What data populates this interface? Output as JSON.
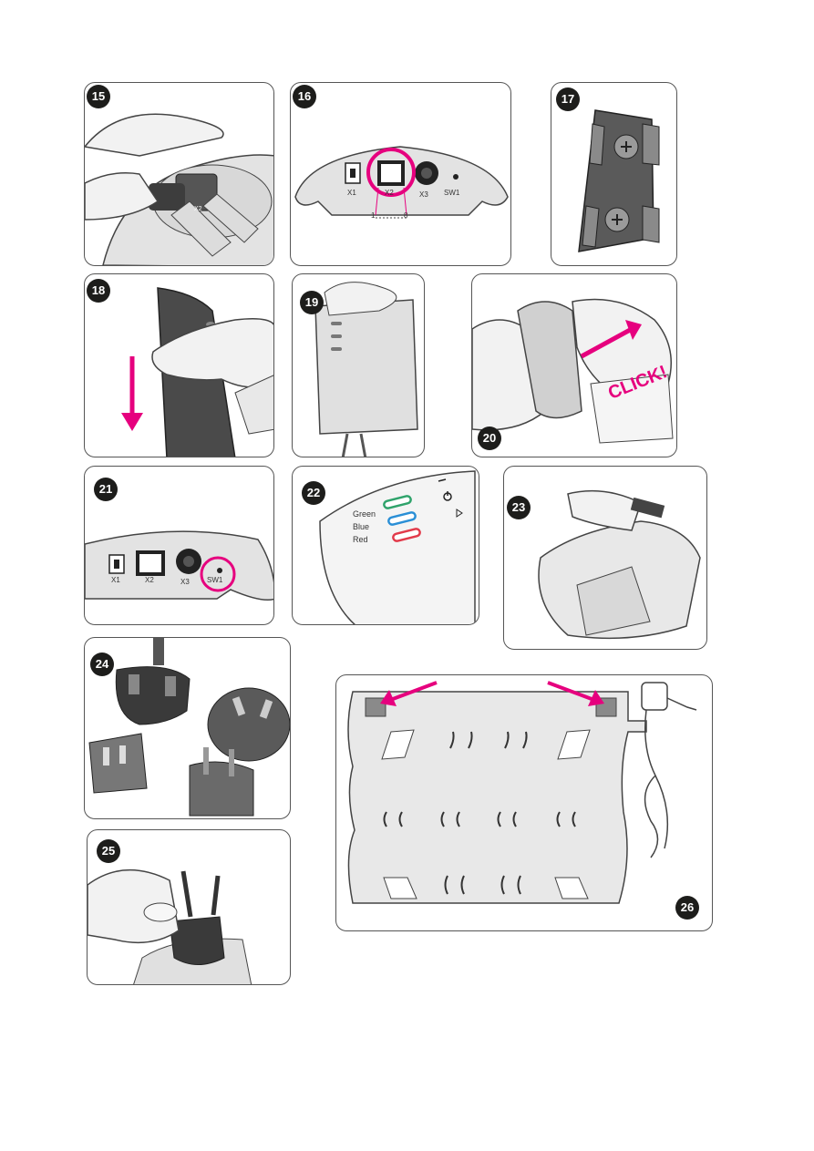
{
  "steps": {
    "s15": "15",
    "s16": "16",
    "s17": "17",
    "s18": "18",
    "s19": "19",
    "s20": "20",
    "s21": "21",
    "s22": "22",
    "s23": "23",
    "s24": "24",
    "s25": "25",
    "s26": "26"
  },
  "port_labels": {
    "x1": "X1",
    "x2": "X2",
    "x3": "X3",
    "sw1": "SW1"
  },
  "pin_labels": {
    "first": "1",
    "last": "8"
  },
  "led_labels": {
    "green": "Green",
    "blue": "Blue",
    "red": "Red"
  },
  "click_text": "CLICK!",
  "colors": {
    "accent": "#e6007e",
    "badge": "#1d1d1b",
    "device_grey": "#e3e3e3",
    "dark_grey": "#4a4a4a",
    "led_green": "#2fa36b",
    "led_blue": "#2a8fd6",
    "led_red": "#e23a4a"
  }
}
